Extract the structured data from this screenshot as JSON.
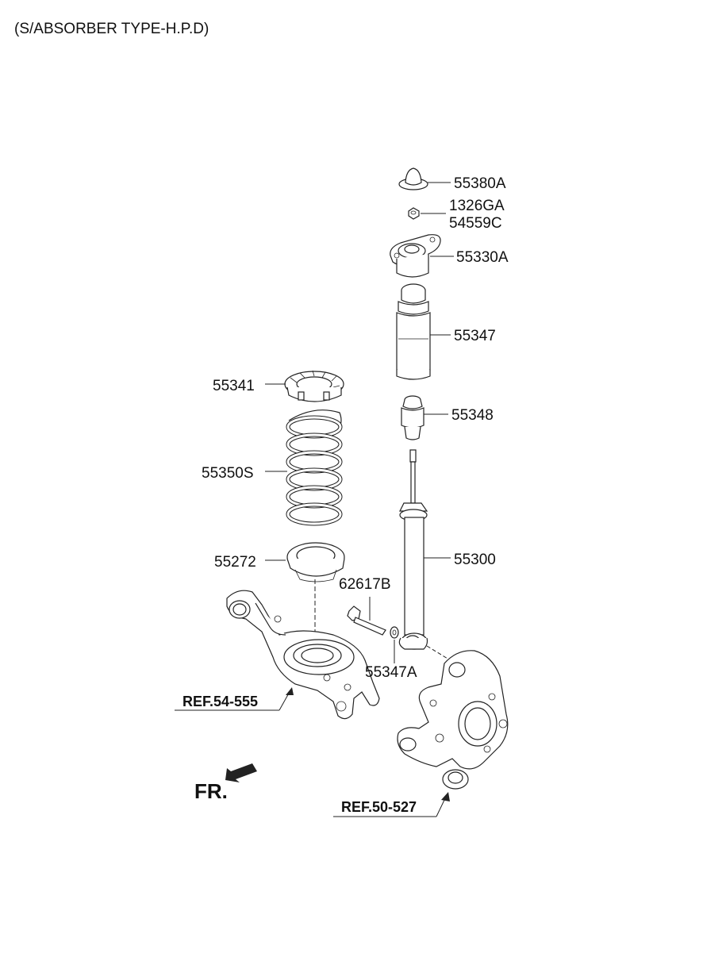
{
  "title": "(S/ABSORBER TYPE-H.P.D)",
  "parts": {
    "p55380A": "55380A",
    "p1326GA": "1326GA",
    "p54559C": "54559C",
    "p55330A": "55330A",
    "p55347": "55347",
    "p55341": "55341",
    "p55348": "55348",
    "p55350S": "55350S",
    "p55272": "55272",
    "p55300": "55300",
    "p62617B": "62617B",
    "p55347A": "55347A"
  },
  "refs": {
    "ref1": "REF.54-555",
    "ref2": "REF.50-527"
  },
  "direction": "FR."
}
